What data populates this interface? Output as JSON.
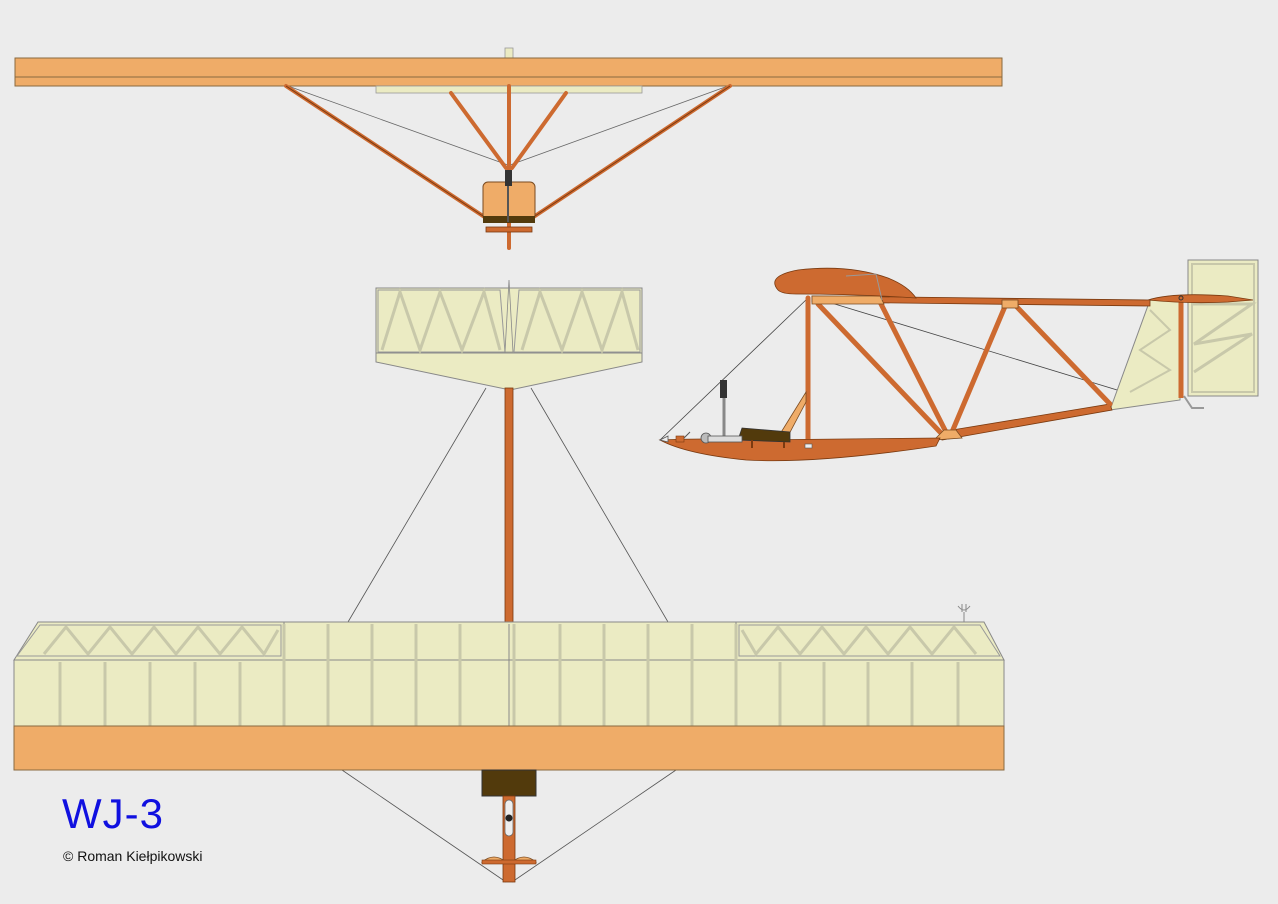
{
  "drawing": {
    "title": "WJ-3",
    "credit": "© Roman Kiełpikowski"
  },
  "colors": {
    "background": "#ececec",
    "wing_wood": "#efac68",
    "strut_wood": "#cd6a30",
    "fabric": "#ebebc3",
    "fabric_rib": "#c8c8aa",
    "seat_dark": "#523a0c",
    "title_blue": "#1010e0"
  },
  "views": [
    "front-view",
    "top-view",
    "side-view"
  ]
}
